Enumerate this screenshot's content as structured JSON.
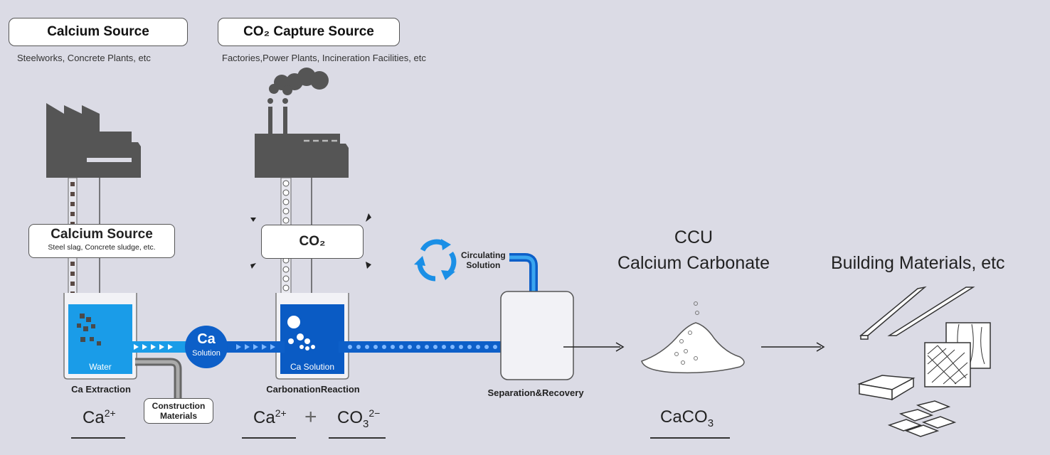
{
  "sources": {
    "calcium": {
      "title": "Calcium Source",
      "subtitle": "Steelworks, Concrete Plants, etc"
    },
    "co2": {
      "title": "CO₂ Capture Source",
      "subtitle": "Factories,Power Plants, Incineration Facilities, etc"
    }
  },
  "boxes": {
    "calcium_material": {
      "title": "Calcium Source",
      "detail": "Steel slag, Concrete sludge, etc."
    },
    "co2_input": {
      "title": "CO₂"
    },
    "construction": {
      "line1": "Construction",
      "line2": "Materials"
    }
  },
  "tanks": {
    "extraction": {
      "label": "Water",
      "caption": "Ca Extraction"
    },
    "carbonation": {
      "label": "Ca Solution",
      "caption": "CarbonationReaction"
    }
  },
  "ca_solution": {
    "symbol": "Ca",
    "label": "Solution"
  },
  "circulating": {
    "line1": "Circulating",
    "line2": "Solution"
  },
  "separation": {
    "caption": "Separation&Recovery"
  },
  "ccu": {
    "line1": "CCU",
    "line2": "Calcium Carbonate"
  },
  "building": {
    "title": "Building Materials, etc"
  },
  "formulas": {
    "ca_ion": {
      "base": "Ca",
      "sup": "2+"
    },
    "plus": "+",
    "carbonate": {
      "base": "CO",
      "sub": "3",
      "sup": "2−"
    },
    "caco3": {
      "base": "CaCO",
      "sub": "3"
    }
  },
  "colors": {
    "accent": "#1e90e0",
    "pipe": "#0d5fc8",
    "dark": "#555555",
    "background": "#dbdbe5"
  }
}
